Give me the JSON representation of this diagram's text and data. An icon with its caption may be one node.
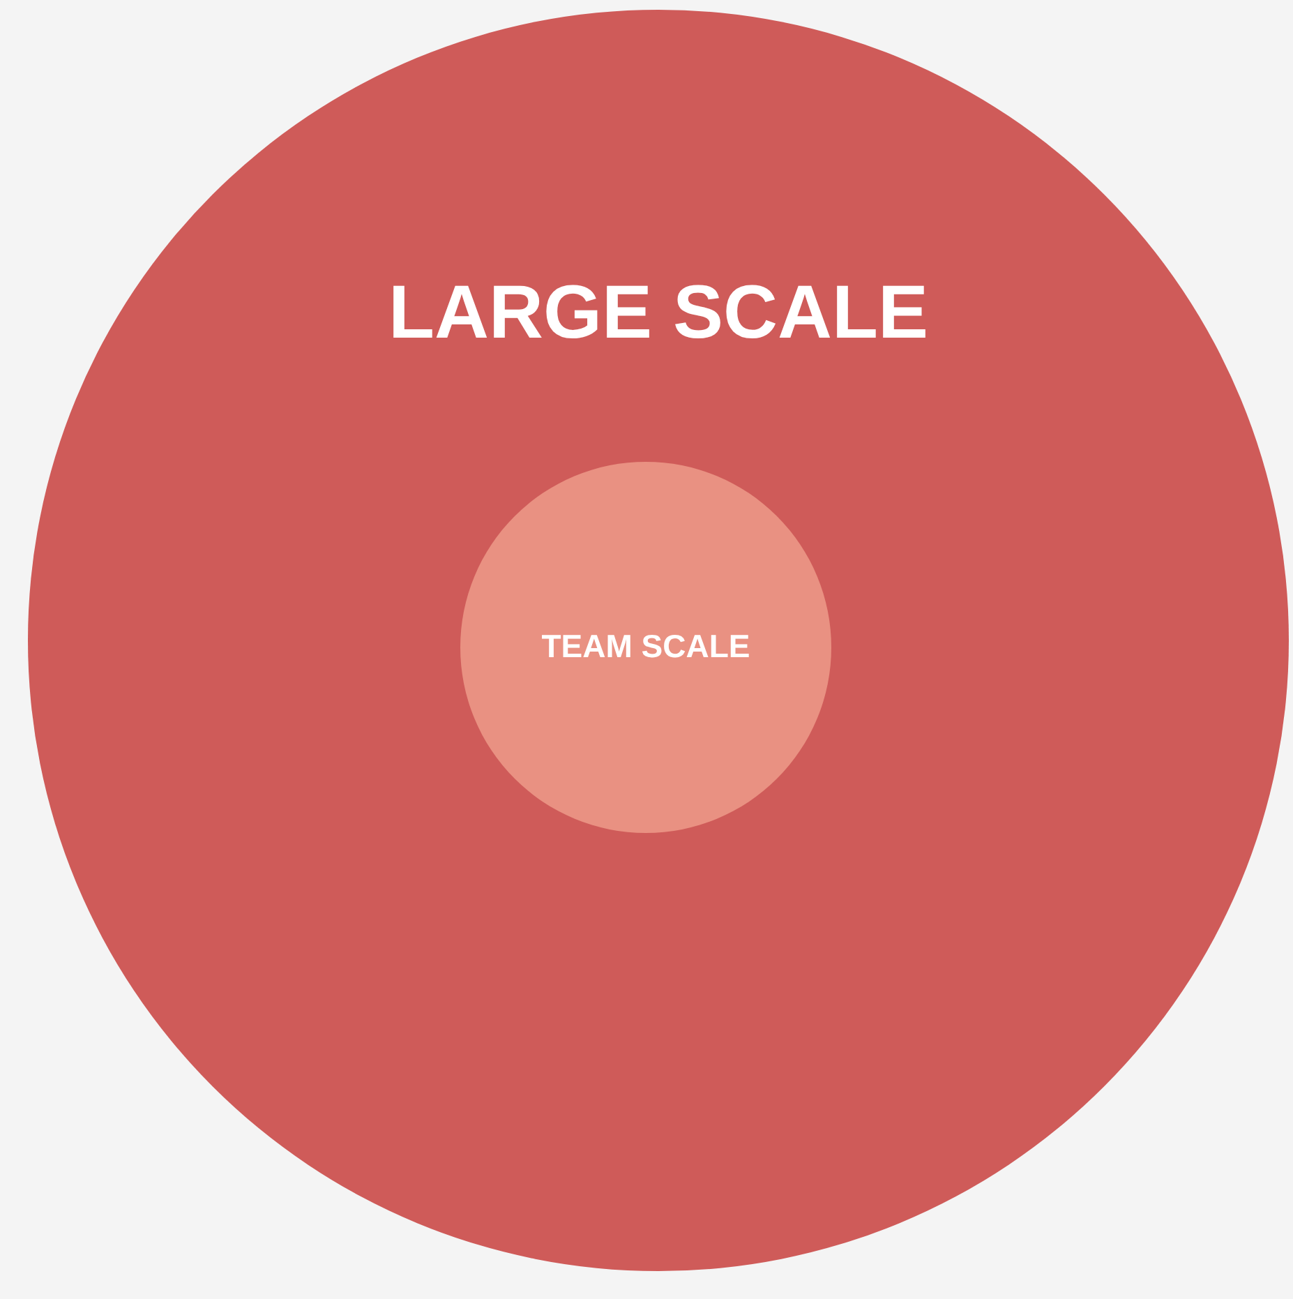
{
  "diagram": {
    "nodes": [
      {
        "text": [
          "LARGE SCALE"
        ]
      },
      {
        "text": [
          "TEAM SCALE"
        ],
        "in": 0
      }
    ]
  }
}
